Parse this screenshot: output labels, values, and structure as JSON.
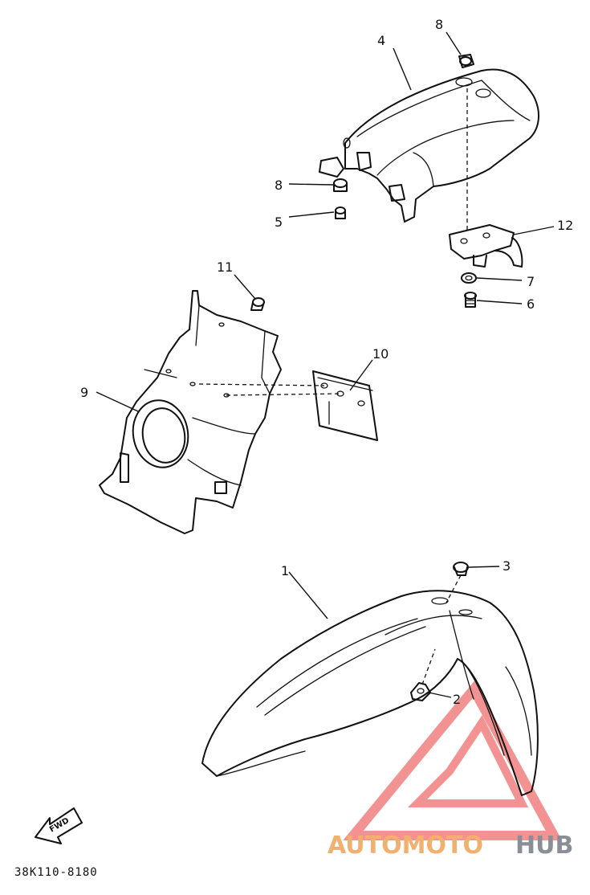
{
  "callouts": {
    "p1": "1",
    "p2": "2",
    "p3": "3",
    "p4": "4",
    "p5": "5",
    "p6": "6",
    "p7": "7",
    "p8a": "8",
    "p8b": "8",
    "p9": "9",
    "p10": "10",
    "p11": "11",
    "p12": "12"
  },
  "diagram_code": "38K110-8180",
  "fwd_label": "FWD",
  "watermark": {
    "part1": "AUTOMOTO",
    "part2": "HUB",
    "colors": {
      "triangle": "#f08080",
      "auto": "#f2b06e",
      "hub": "#8a8e96"
    }
  }
}
